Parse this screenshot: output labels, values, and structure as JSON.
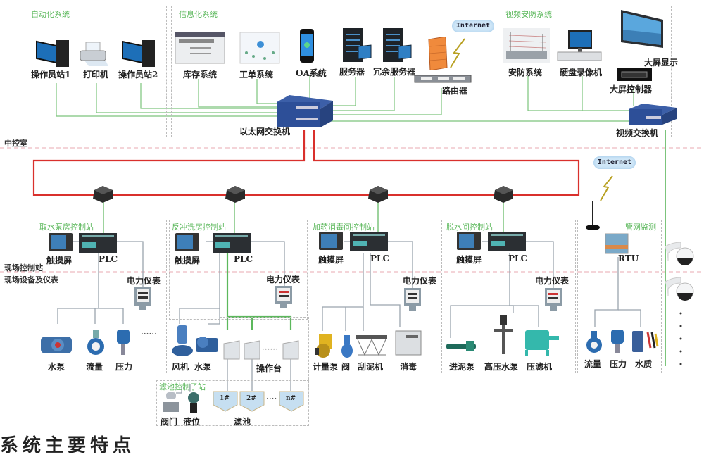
{
  "zones": {
    "central_control": "中控室",
    "field_station": "现场控制站",
    "field_equipment": "现场设备及仪表"
  },
  "groups": {
    "automation": {
      "title": "自动化系统",
      "items": [
        "操作员站1",
        "打印机",
        "操作员站2"
      ]
    },
    "information": {
      "title": "信息化系统",
      "items": [
        "库存系统",
        "工单系统",
        "OA系统",
        "服务器",
        "冗余服务器",
        "路由器"
      ],
      "internet": "Internet"
    },
    "video": {
      "title": "视频安防系统",
      "items": [
        "安防系统",
        "硬盘录像机",
        "大屏控制器",
        "大屏显示"
      ],
      "switch": "视频交换机"
    },
    "ethernet_switch": "以太网交换机"
  },
  "stations": [
    {
      "title": "取水泵房控制站",
      "hmi": "触摸屏",
      "plc": "PLC",
      "meter": "电力仪表",
      "devices": [
        "水泵",
        "流量",
        "压力"
      ],
      "more": "......"
    },
    {
      "title": "反冲洗房控制站",
      "hmi": "触摸屏",
      "plc": "PLC",
      "meter": "电力仪表",
      "devices": [
        "风机",
        "水泵"
      ],
      "console": "操作台"
    },
    {
      "title": "加药消毒间控制站",
      "hmi": "触摸屏",
      "plc": "PLC",
      "meter": "电力仪表",
      "devices": [
        "计量泵",
        "阀",
        "刮泥机",
        "消毒"
      ]
    },
    {
      "title": "脱水间控制站",
      "hmi": "触摸屏",
      "plc": "PLC",
      "meter": "电力仪表",
      "devices": [
        "进泥泵",
        "高压水泵",
        "压滤机"
      ]
    },
    {
      "title": "管网监测",
      "rtu": "RTU",
      "internet": "Internet",
      "devices": [
        "流量",
        "压力",
        "水质"
      ]
    }
  ],
  "filter_substation": {
    "title": "滤池控制子站",
    "devices": [
      "阀门",
      "液位"
    ],
    "pools": [
      "1#",
      "2#",
      "n#"
    ],
    "pool_label": "滤池"
  },
  "bottom_title": "系统主要特点",
  "colors": {
    "ring": "#d9302c",
    "ethernet": "#5cb85c",
    "field_line": "#8f9aa6",
    "group_title": "#5cb85c",
    "zone_divider": "#e39aa3"
  }
}
